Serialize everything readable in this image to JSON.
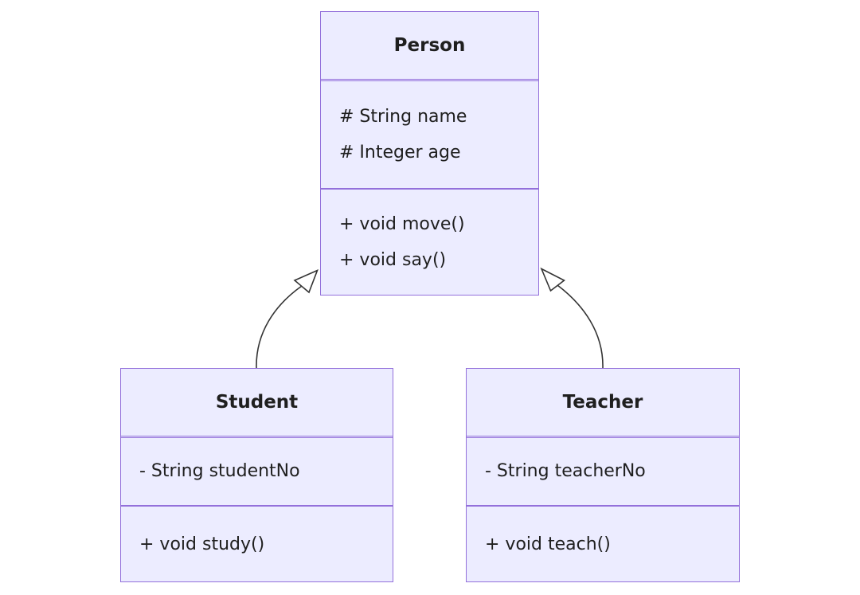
{
  "diagram": {
    "type": "uml-class-diagram",
    "classes": [
      {
        "name": "Person",
        "attributes": [
          "# String name",
          "# Integer age"
        ],
        "methods": [
          "+ void move()",
          "+ void say()"
        ]
      },
      {
        "name": "Student",
        "attributes": [
          "- String studentNo"
        ],
        "methods": [
          "+ void study()"
        ]
      },
      {
        "name": "Teacher",
        "attributes": [
          "- String teacherNo"
        ],
        "methods": [
          "+ void teach()"
        ]
      }
    ],
    "relations": [
      {
        "from": "Student",
        "to": "Person",
        "type": "inheritance"
      },
      {
        "from": "Teacher",
        "to": "Person",
        "type": "inheritance"
      }
    ],
    "colors": {
      "fill": "#ECECFF",
      "border": "#9370DB",
      "line": "#333333",
      "text": "#1f1f1f",
      "background": "#ffffff"
    }
  }
}
